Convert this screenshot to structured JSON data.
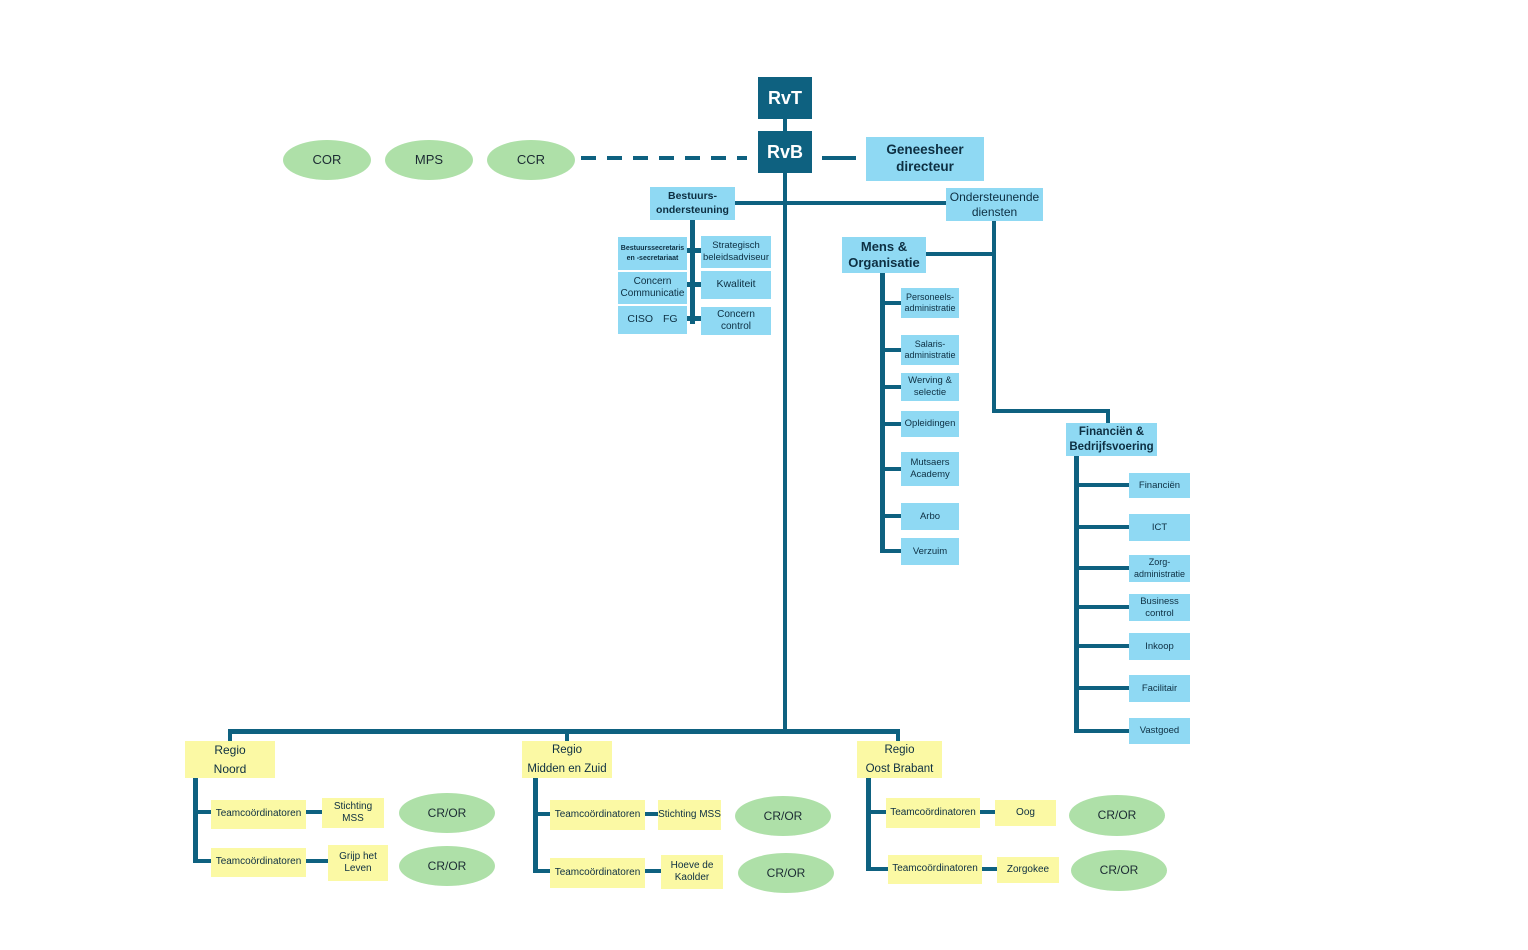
{
  "colors": {
    "dark_teal": "#0E6180",
    "light_blue": "#8FD9F3",
    "green": "#AEE0A8",
    "yellow": "#FBF9A4"
  },
  "top": {
    "rvt": "RvT",
    "rvb": "RvB",
    "geneesheer_directeur": "Geneesheer directeur"
  },
  "councils": {
    "cor": "COR",
    "mps": "MPS",
    "ccr": "CCR"
  },
  "bestuursondersteuning": {
    "title": "Bestuurs-ondersteuning",
    "left": [
      "Bestuurssecretaris en -secretariaat",
      "Concern Communicatie",
      "CISO FG"
    ],
    "right": [
      "Strategisch beleidsadviseur",
      "Kwaliteit",
      "Concern control"
    ]
  },
  "ondersteunende_diensten": {
    "title": "Ondersteunende diensten"
  },
  "mens_organisatie": {
    "title": "Mens & Organisatie",
    "children": [
      "Personeels-administratie",
      "Salaris-administratie",
      "Werving & selectie",
      "Opleidingen",
      "Mutsaers Academy",
      "Arbo",
      "Verzuim"
    ]
  },
  "financien_bedrijfsvoering": {
    "title": "Financiën & Bedrijfsvoering",
    "children": [
      "Financiën",
      "ICT",
      "Zorg-administratie",
      "Business control",
      "Inkoop",
      "Facilitair",
      "Vastgoed"
    ]
  },
  "regions": [
    {
      "title": "Regio\nNoord",
      "rows": [
        {
          "team": "Teamcoördinatoren",
          "partner": "Stichting MSS",
          "council": "CR/OR"
        },
        {
          "team": "Teamcoördinatoren",
          "partner": "Grijp het Leven",
          "council": "CR/OR"
        }
      ]
    },
    {
      "title": "Regio\nMidden en Zuid",
      "rows": [
        {
          "team": "Teamcoördinatoren",
          "partner": "Stichting MSS",
          "council": "CR/OR"
        },
        {
          "team": "Teamcoördinatoren",
          "partner": "Hoeve de Kaolder",
          "council": "CR/OR"
        }
      ]
    },
    {
      "title": "Regio\nOost Brabant",
      "rows": [
        {
          "team": "Teamcoördinatoren",
          "partner": "Oog",
          "council": "CR/OR"
        },
        {
          "team": "Teamcoördinatoren",
          "partner": "Zorgokee",
          "council": "CR/OR"
        }
      ]
    }
  ]
}
